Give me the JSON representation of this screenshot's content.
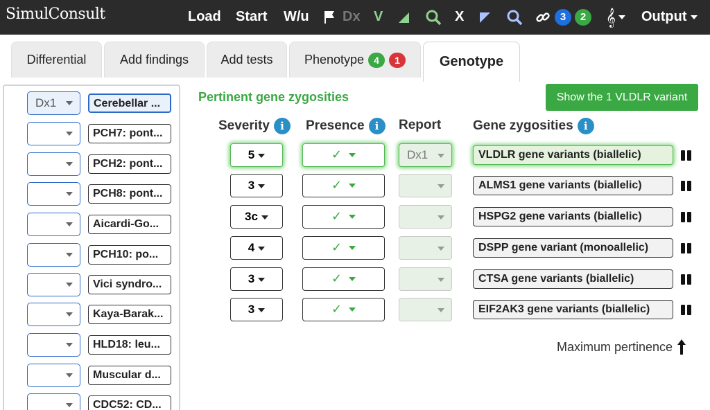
{
  "topbar": {
    "logo": "SimulConsult",
    "load": "Load",
    "start": "Start",
    "wu": "W/u",
    "dx": "Dx",
    "v": "V",
    "x": "X",
    "link_badge_blue": "3",
    "link_badge_green": "2",
    "output": "Output",
    "icons": [
      "flag-icon",
      "triangle-green-icon",
      "search-green-icon",
      "triangle-blue-icon",
      "search-blue-icon",
      "link-icon",
      "clef-icon"
    ]
  },
  "tabs": [
    {
      "label": "Differential"
    },
    {
      "label": "Add findings"
    },
    {
      "label": "Add tests"
    },
    {
      "label": "Phenotype",
      "badge_green": "4",
      "badge_red": "1"
    },
    {
      "label": "Genotype",
      "active": true
    }
  ],
  "left": {
    "rows": [
      {
        "dd": "Dx1",
        "label": "Cerebellar ..."
      },
      {
        "dd": "",
        "label": "PCH7: pont..."
      },
      {
        "dd": "",
        "label": "PCH2: pont..."
      },
      {
        "dd": "",
        "label": "PCH8: pont..."
      },
      {
        "dd": "",
        "label": "Aicardi-Go..."
      },
      {
        "dd": "",
        "label": "PCH10: po..."
      },
      {
        "dd": "",
        "label": "Vici syndro..."
      },
      {
        "dd": "",
        "label": "Kaya-Barak..."
      },
      {
        "dd": "",
        "label": "HLD18: leu..."
      },
      {
        "dd": "",
        "label": "Muscular d..."
      },
      {
        "dd": "",
        "label": "CDC52: CD..."
      }
    ]
  },
  "main": {
    "heading": "Pertinent gene zygosities",
    "show_button": "Show the 1 VLDLR variant",
    "col_severity": "Severity",
    "col_presence": "Presence",
    "col_report": "Report",
    "col_gene": "Gene zygosities",
    "info_glyph": "i",
    "check": "✓",
    "rows": [
      {
        "severity": "5",
        "report": "Dx1",
        "gene": "VLDLR gene variants (biallelic)"
      },
      {
        "severity": "3",
        "report": "",
        "gene": "ALMS1 gene variants (biallelic)"
      },
      {
        "severity": "3c",
        "report": "",
        "gene": "HSPG2 gene variants (biallelic)"
      },
      {
        "severity": "4",
        "report": "",
        "gene": "DSPP gene variant (monoallelic)"
      },
      {
        "severity": "3",
        "report": "",
        "gene": "CTSA gene variants (biallelic)"
      },
      {
        "severity": "3",
        "report": "",
        "gene": "EIF2AK3 gene variants (biallelic)"
      }
    ],
    "max_pertinence": "Maximum pertinence"
  },
  "colors": {
    "topbar_bg": "#2b2b2b",
    "accent_green": "#3aa843",
    "accent_blue": "#1e6fe0",
    "badge_red": "#d9343a",
    "info_blue": "#2b8fc7"
  }
}
